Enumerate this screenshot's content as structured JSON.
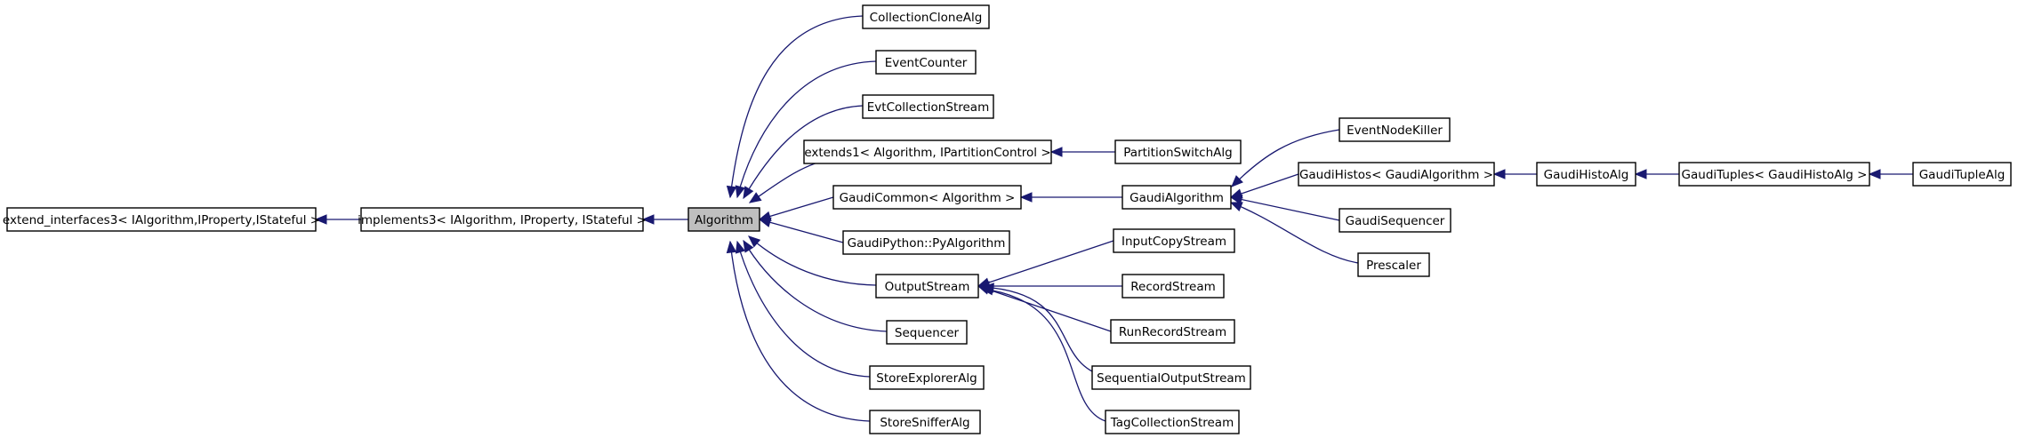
{
  "nodes": {
    "extend_interfaces3": "extend_interfaces3< IAlgorithm,IProperty,IStateful >",
    "implements3": "implements3< IAlgorithm, IProperty, IStateful >",
    "Algorithm": "Algorithm",
    "CollectionCloneAlg": "CollectionCloneAlg",
    "EventCounter": "EventCounter",
    "EvtCollectionStream": "EvtCollectionStream",
    "extends1": "extends1< Algorithm, IPartitionControl >",
    "PartitionSwitchAlg": "PartitionSwitchAlg",
    "GaudiCommon": "GaudiCommon< Algorithm >",
    "GaudiAlgorithm": "GaudiAlgorithm",
    "GaudiPython": "GaudiPython::PyAlgorithm",
    "OutputStream": "OutputStream",
    "Sequencer": "Sequencer",
    "StoreExplorerAlg": "StoreExplorerAlg",
    "StoreSnifferAlg": "StoreSnifferAlg",
    "EventNodeKiller": "EventNodeKiller",
    "GaudiHistos": "GaudiHistos< GaudiAlgorithm >",
    "GaudiHistoAlg": "GaudiHistoAlg",
    "GaudiTuples": "GaudiTuples< GaudiHistoAlg >",
    "GaudiTupleAlg": "GaudiTupleAlg",
    "GaudiSequencer": "GaudiSequencer",
    "Prescaler": "Prescaler",
    "InputCopyStream": "InputCopyStream",
    "RecordStream": "RecordStream",
    "RunRecordStream": "RunRecordStream",
    "SequentialOutputStream": "SequentialOutputStream",
    "TagCollectionStream": "TagCollectionStream"
  },
  "edges": [
    {
      "from": "implements3",
      "to": "extend_interfaces3"
    },
    {
      "from": "Algorithm",
      "to": "implements3"
    },
    {
      "from": "CollectionCloneAlg",
      "to": "Algorithm"
    },
    {
      "from": "EventCounter",
      "to": "Algorithm"
    },
    {
      "from": "EvtCollectionStream",
      "to": "Algorithm"
    },
    {
      "from": "extends1",
      "to": "Algorithm"
    },
    {
      "from": "GaudiCommon",
      "to": "Algorithm"
    },
    {
      "from": "GaudiPython",
      "to": "Algorithm"
    },
    {
      "from": "OutputStream",
      "to": "Algorithm"
    },
    {
      "from": "Sequencer",
      "to": "Algorithm"
    },
    {
      "from": "StoreExplorerAlg",
      "to": "Algorithm"
    },
    {
      "from": "StoreSnifferAlg",
      "to": "Algorithm"
    },
    {
      "from": "PartitionSwitchAlg",
      "to": "extends1"
    },
    {
      "from": "GaudiAlgorithm",
      "to": "GaudiCommon"
    },
    {
      "from": "EventNodeKiller",
      "to": "GaudiAlgorithm"
    },
    {
      "from": "GaudiHistos",
      "to": "GaudiAlgorithm"
    },
    {
      "from": "GaudiSequencer",
      "to": "GaudiAlgorithm"
    },
    {
      "from": "Prescaler",
      "to": "GaudiAlgorithm"
    },
    {
      "from": "GaudiHistoAlg",
      "to": "GaudiHistos"
    },
    {
      "from": "GaudiTuples",
      "to": "GaudiHistoAlg"
    },
    {
      "from": "GaudiTupleAlg",
      "to": "GaudiTuples"
    },
    {
      "from": "InputCopyStream",
      "to": "OutputStream"
    },
    {
      "from": "RecordStream",
      "to": "OutputStream"
    },
    {
      "from": "RunRecordStream",
      "to": "OutputStream"
    },
    {
      "from": "SequentialOutputStream",
      "to": "OutputStream"
    },
    {
      "from": "TagCollectionStream",
      "to": "OutputStream"
    }
  ],
  "colors": {
    "edge": "#191970",
    "highlight_fill": "#bfbfbf",
    "border": "#000000"
  }
}
